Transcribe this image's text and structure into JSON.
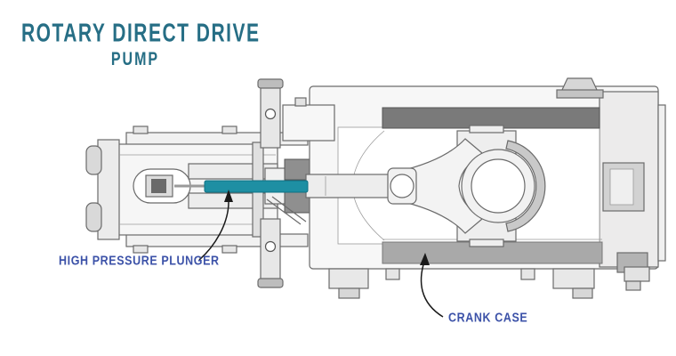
{
  "title": {
    "line1": "ROTARY DIRECT DRIVE",
    "line2": "PUMP"
  },
  "annotations": {
    "plunger": {
      "label": "HIGH PRESSURE PLUNGER"
    },
    "crankcase": {
      "label": "CRANK CASE"
    }
  },
  "colors": {
    "background": "#ffffff",
    "title_text": "#266e85",
    "annotation_text": "#3c52a8",
    "plunger_highlight": "#1e8fa3",
    "crankcase_top_liner": "#7a7a7a",
    "crankcase_bottom_liner": "#a9a9a9",
    "packing_seal": "#8f8f8f",
    "line_art": "#6b6b6b",
    "arrow": "#1a1a1a"
  },
  "diagram": {
    "type": "technical-cross-section",
    "subject": "rotary direct drive pump",
    "parts": [
      "pump-head",
      "inlet-valve",
      "high-pressure-plunger",
      "plunger-seal-packing",
      "mounting-flange-studs",
      "crosshead-rod",
      "connecting-rod",
      "crankshaft-bearing",
      "crank-case",
      "oil-fill-plug",
      "drive-shaft-boss",
      "mounting-feet"
    ]
  }
}
